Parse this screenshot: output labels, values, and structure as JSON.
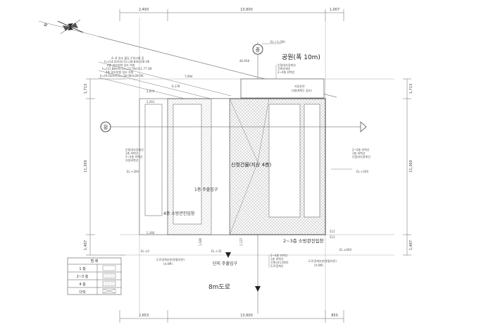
{
  "labels": {
    "park": "공원(폭 10m)",
    "road": "8m도로",
    "building": "신청건물(지상 4층)",
    "entrance_1f": "1층 주출입구",
    "complex_entrance": "단지 주출입구",
    "fire_4f": "4층 소방관진입창",
    "fire_2_3f": "2~3층 소방관진입창",
    "north": "N",
    "section_v": "종",
    "section_h": "횡",
    "legend_title": "범 례",
    "legend_1": "1 층",
    "legend_2": "2~3 층",
    "legend_3": "4 층",
    "legend_4": "다락"
  },
  "dims": {
    "top_left": "2,493",
    "top_mid": "13,600",
    "top_right": "1,007",
    "bot_left": "2,653",
    "bot_mid": "13,600",
    "bot_right": "850",
    "left_top": "1,713",
    "left_mid": "11,300",
    "left_bot": "1,487",
    "right_top": "1,713",
    "right_mid": "11,300",
    "right_bot": "1,487",
    "inner_top": "2,261",
    "inner_bot": "2,360",
    "d46958": "46,958",
    "d7994": "7,994",
    "d6178": "6,178",
    "d2874": "2,874",
    "d1080": "1,080",
    "d1137": "1,137",
    "d512": "512",
    "d512b": "512",
    "el_top": "EL.+1,000",
    "el_left": "EL.+200",
    "el_right": "EL.+200",
    "el_bot_left": "EL.±0",
    "el_bot_mid": "EL.+35",
    "el_bot_right": "EL.±000"
  },
  "notes": {
    "h1": "4~6 일조 불입 우의사항 등",
    "h2": "h=(14.42m/0.5)=28.84m/28 OK",
    "h3": "4층 일조방향 일조 하향",
    "h4": "h=(11.88m/0.5)=23.76m/11.77 OK",
    "h5": "4층 일조방향 일조 하향",
    "h6": "h=(9.03m/0.5)=18.06m/28 OK",
    "top_n1": "인접대지경계선",
    "top_n2": "건축한계선",
    "top_n3": "2~4층 외벽선",
    "mid_n1": "지정분전",
    "mid_n2": "(4층계획도 참조)",
    "left_n1": "인접대지경계선",
    "left_n2": "1층 외벽선",
    "left_n3": "2~4층 외벽선",
    "left_n4": "지정외벽선",
    "right_n1": "2~4층 외벽선",
    "right_n2": "1층 외벽선",
    "right_n3": "인접대지경계선",
    "bot_n1": "2~4층 외벽선",
    "bot_n2": "1층 외벽선",
    "bot_n3": "건축선(1,000)",
    "bot_n4": "도로경계선",
    "bot_l1": "도로경계부분(현황지반)",
    "bot_l2": "(4.0M)",
    "bot_r1": "도로경계부분(현황지반)",
    "bot_r2": "(4.0M)"
  }
}
